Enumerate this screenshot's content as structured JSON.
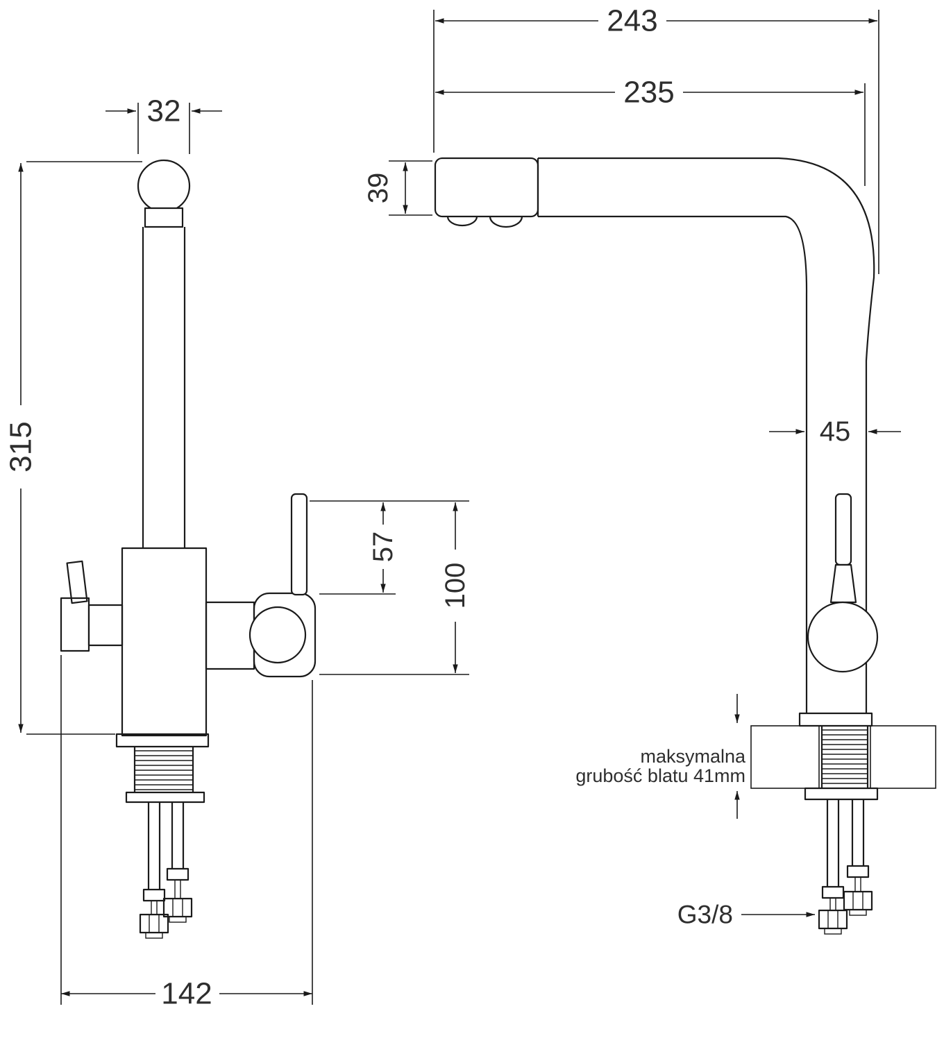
{
  "meta": {
    "title": "Kitchen faucet technical dimension drawing",
    "views": [
      "front view",
      "side view"
    ]
  },
  "colors": {
    "line": "#1a1a1a",
    "text": "#2e2e2e",
    "background": "#ffffff"
  },
  "dims": {
    "cap_width": "32",
    "total_height": "315",
    "lever_height": "57",
    "handle_height": "100",
    "base_width": "142",
    "overall_width": "243",
    "spout_reach": "235",
    "spout_head_height": "39",
    "body_width": "45",
    "counter_note_line1": "maksymalna",
    "counter_note_line2": "grubość blatu 41mm",
    "thread_label": "G3/8"
  }
}
